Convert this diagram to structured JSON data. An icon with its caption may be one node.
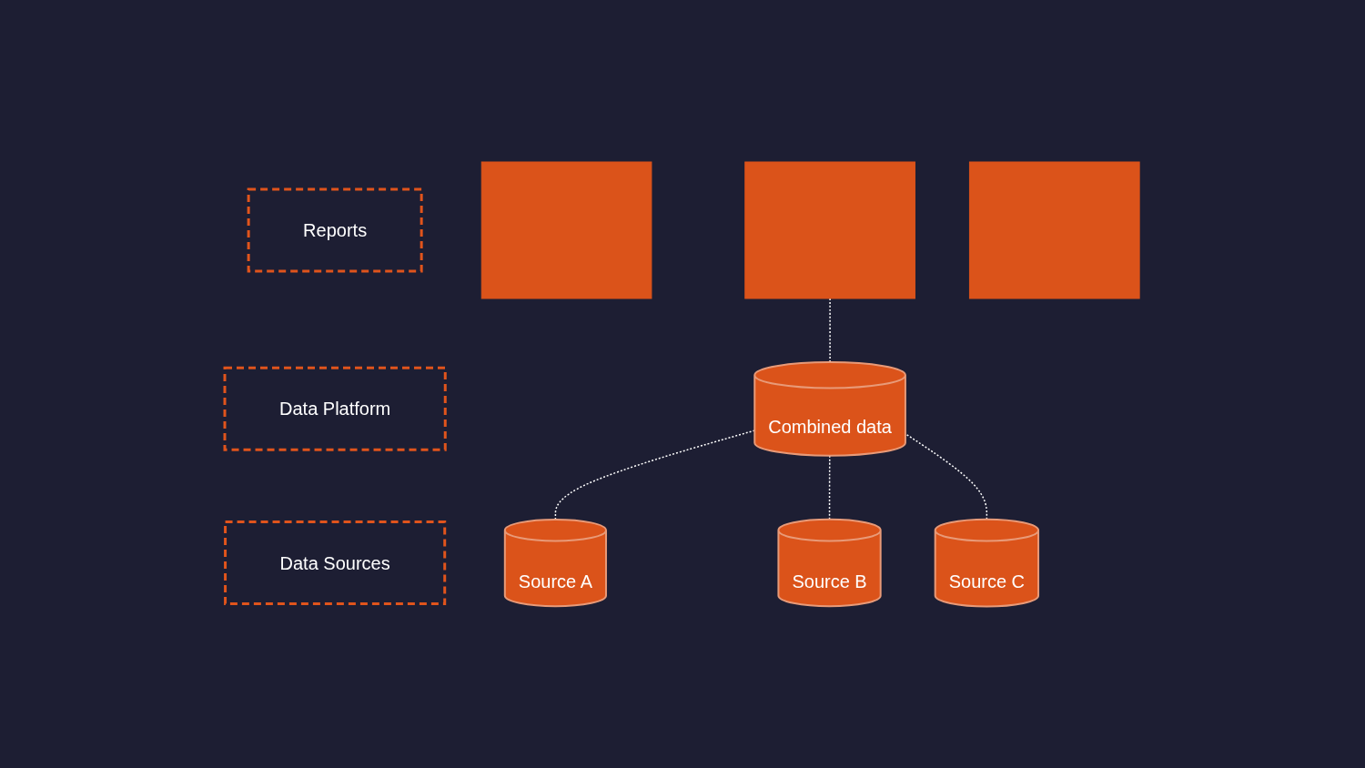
{
  "diagram": {
    "nodes": [
      {
        "text": [
          "Reports"
        ]
      },
      {
        "text": [
          "Data Platform"
        ]
      },
      {
        "text": [
          "Data Sources"
        ]
      },
      {
        "text": [],
        "shape": "box"
      },
      {
        "text": [],
        "shape": "box"
      },
      {
        "text": [],
        "shape": "box"
      },
      {
        "text": [
          "Combined data"
        ]
      },
      {
        "text": [
          "Source A"
        ]
      },
      {
        "text": [
          "Source B"
        ]
      },
      {
        "text": [
          "Source C"
        ]
      }
    ],
    "edges": [
      {
        "from": 6,
        "to": 4,
        "arrow": "none",
        "style": "dashed"
      },
      {
        "from": 7,
        "to": 6,
        "arrow": "none",
        "style": "dashed"
      },
      {
        "from": 8,
        "to": 6,
        "arrow": "none",
        "style": "dashed"
      },
      {
        "from": 9,
        "to": 6,
        "arrow": "none",
        "style": "dashed"
      }
    ]
  }
}
